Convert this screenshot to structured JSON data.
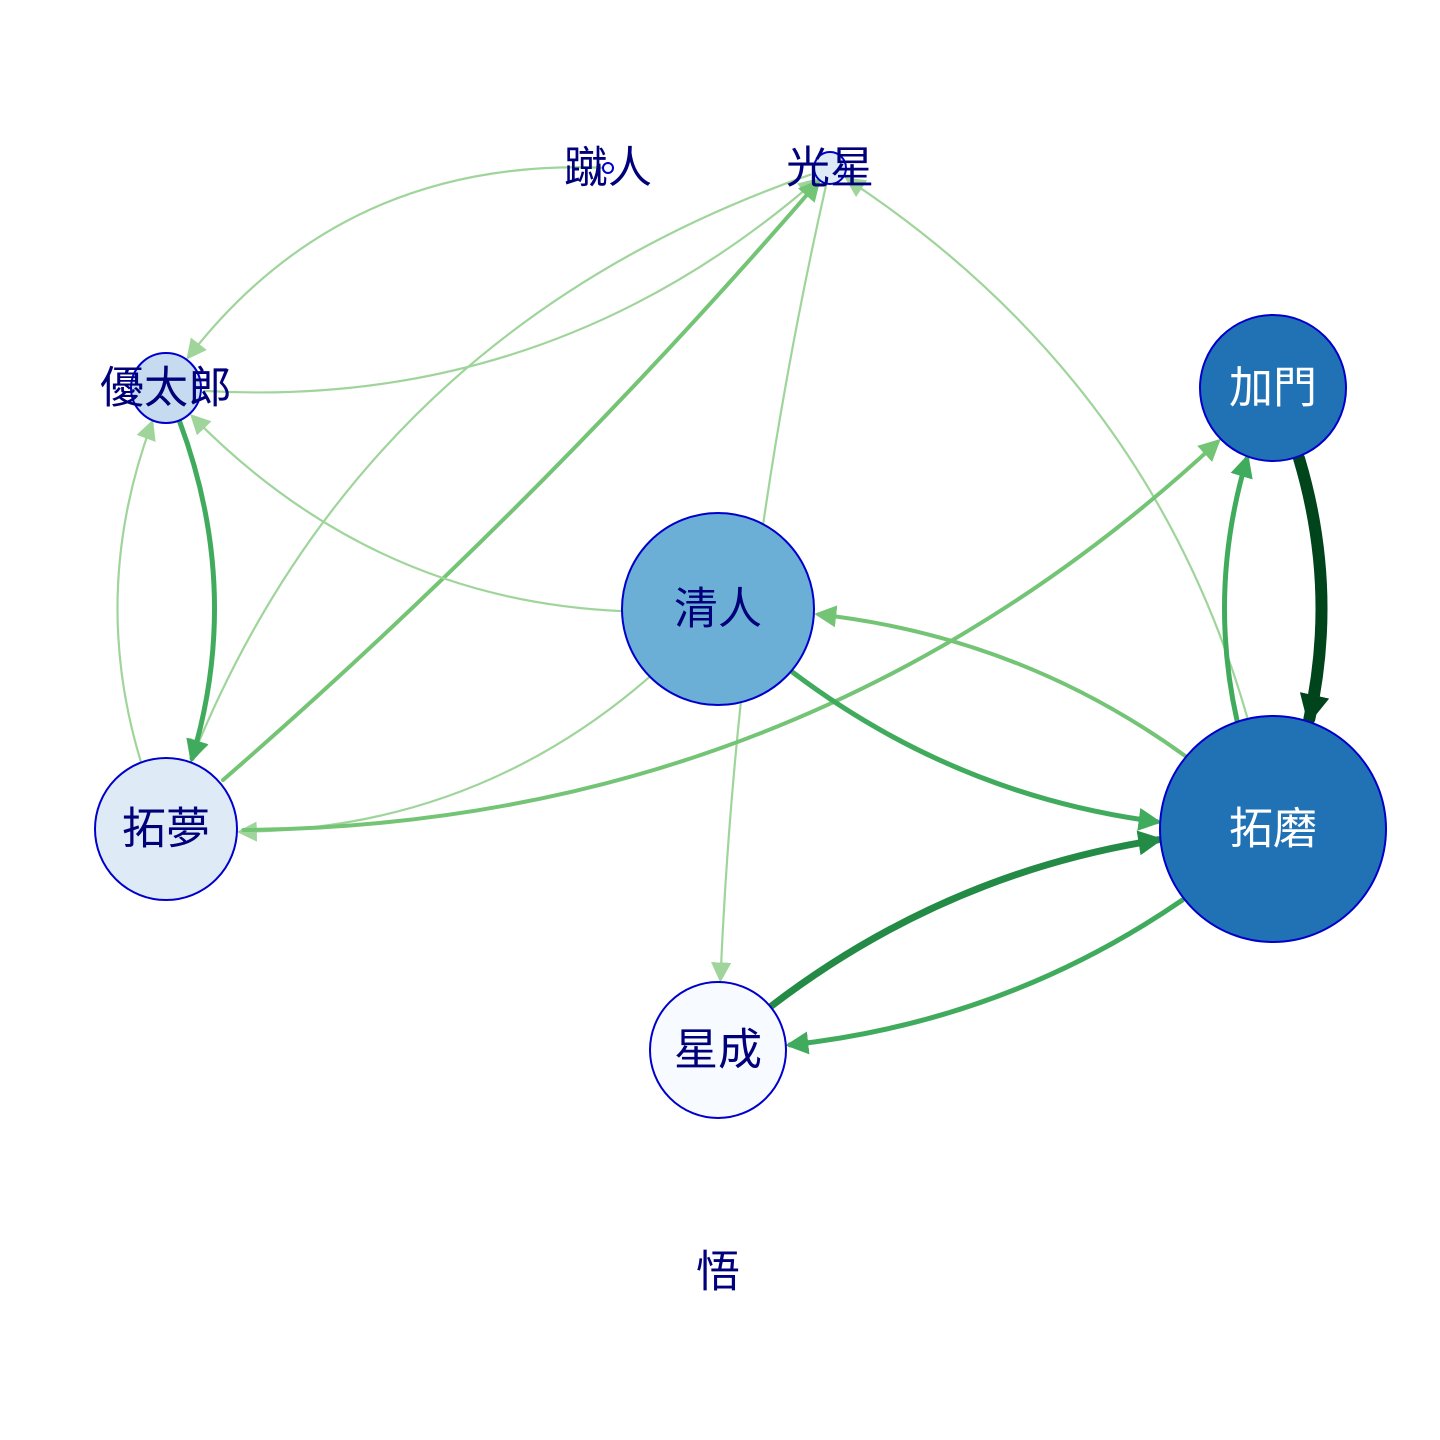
{
  "colors": {
    "node_stroke": "#0000cc",
    "label_dark": "#00007a",
    "label_light": "#ffffff",
    "edge_w1": "#9fd59b",
    "edge_w2": "#74c476",
    "edge_w3": "#41ab5d",
    "edge_w4": "#238b45",
    "edge_w6": "#00441b"
  },
  "nodes": [
    {
      "id": "shuto",
      "label": "蹴人",
      "fill": "#f7fbff",
      "label_color": "dark"
    },
    {
      "id": "kosei",
      "label": "光星",
      "fill": "#deebf7",
      "label_color": "dark"
    },
    {
      "id": "yutaro",
      "label": "優太郎",
      "fill": "#c6dbef",
      "label_color": "dark"
    },
    {
      "id": "kado",
      "label": "加門",
      "fill": "#2171b5",
      "label_color": "light"
    },
    {
      "id": "kiyoto",
      "label": "清人",
      "fill": "#6baed6",
      "label_color": "dark"
    },
    {
      "id": "takumu",
      "label": "拓夢",
      "fill": "#deebf7",
      "label_color": "dark"
    },
    {
      "id": "takuma",
      "label": "拓磨",
      "fill": "#2171b5",
      "label_color": "light"
    },
    {
      "id": "hoshinari",
      "label": "星成",
      "fill": "#f7fbff",
      "label_color": "dark"
    },
    {
      "id": "satoru",
      "label": "悟",
      "fill": "none",
      "label_color": "dark"
    }
  ],
  "edges": [
    {
      "from": "shuto",
      "to": "yutaro",
      "weight": 1
    },
    {
      "from": "yutaro",
      "to": "kosei",
      "weight": 1
    },
    {
      "from": "takumu",
      "to": "kosei",
      "weight": 2
    },
    {
      "from": "kosei",
      "to": "takumu",
      "weight": 1
    },
    {
      "from": "kosei",
      "to": "hoshinari",
      "weight": 1
    },
    {
      "from": "takuma",
      "to": "kosei",
      "weight": 1
    },
    {
      "from": "yutaro",
      "to": "takumu",
      "weight": 3
    },
    {
      "from": "takumu",
      "to": "yutaro",
      "weight": 1
    },
    {
      "from": "kiyoto",
      "to": "yutaro",
      "weight": 1
    },
    {
      "from": "kiyoto",
      "to": "takumu",
      "weight": 1
    },
    {
      "from": "takumu",
      "to": "kado",
      "weight": 2
    },
    {
      "from": "kado",
      "to": "takuma",
      "weight": 6
    },
    {
      "from": "takuma",
      "to": "kado",
      "weight": 3
    },
    {
      "from": "kiyoto",
      "to": "takuma",
      "weight": 3
    },
    {
      "from": "takuma",
      "to": "kiyoto",
      "weight": 2
    },
    {
      "from": "takuma",
      "to": "hoshinari",
      "weight": 3
    },
    {
      "from": "hoshinari",
      "to": "takuma",
      "weight": 4
    }
  ]
}
